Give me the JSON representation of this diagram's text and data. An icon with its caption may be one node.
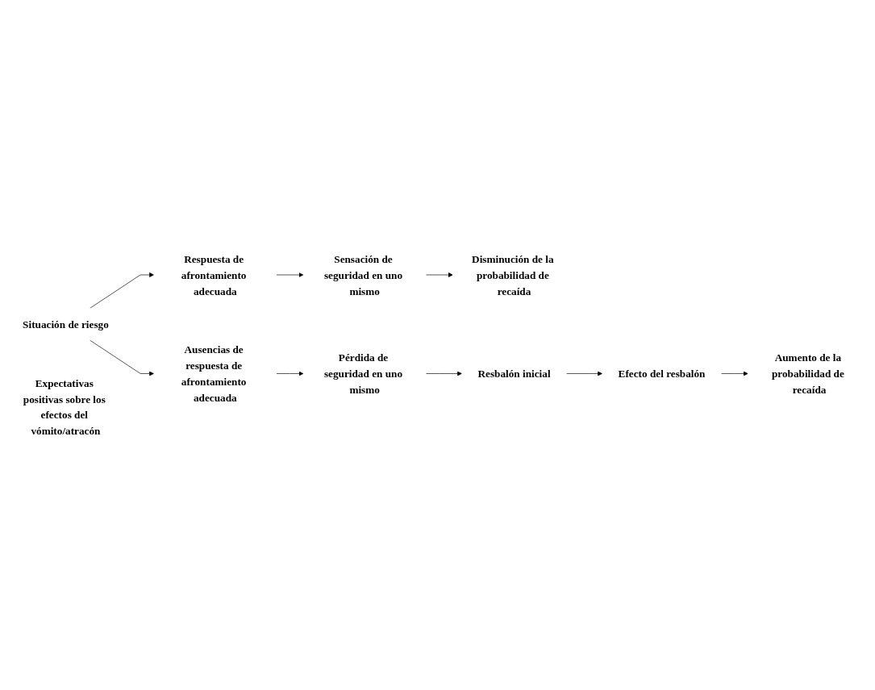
{
  "diagram": {
    "nodes": [
      {
        "text": [
          "Situación de riesgo"
        ]
      },
      {
        "text": [
          "Respuesta de afrontamiento adecuada"
        ]
      },
      {
        "text": [
          "Sensación de seguridad en uno mismo"
        ]
      },
      {
        "text": [
          "Disminución de la probabilidad de recaída"
        ]
      },
      {
        "text": [
          "Ausencias de respuesta de afrontamiento adecuada"
        ]
      },
      {
        "text": [
          "Pérdida de seguridad en uno mismo"
        ]
      },
      {
        "text": [
          "Expectativas positivas sobre los efectos del vómito/atracón"
        ]
      },
      {
        "text": [
          "Resbalón inicial"
        ]
      },
      {
        "text": [
          "Efecto del resbalón"
        ]
      },
      {
        "text": [
          "Aumento de la probabilidad de recaída"
        ]
      }
    ],
    "edges": [
      {
        "from": 0,
        "to": 1,
        "arrow": "to"
      },
      {
        "from": 1,
        "to": 2,
        "arrow": "to"
      },
      {
        "from": 2,
        "to": 3,
        "arrow": "to"
      },
      {
        "from": 0,
        "to": 4,
        "arrow": "to"
      },
      {
        "from": 4,
        "to": 5,
        "arrow": "to"
      },
      {
        "from": 5,
        "to": 7,
        "arrow": "to"
      },
      {
        "from": 7,
        "to": 8,
        "arrow": "to"
      },
      {
        "from": 8,
        "to": 9,
        "arrow": "to"
      }
    ]
  }
}
